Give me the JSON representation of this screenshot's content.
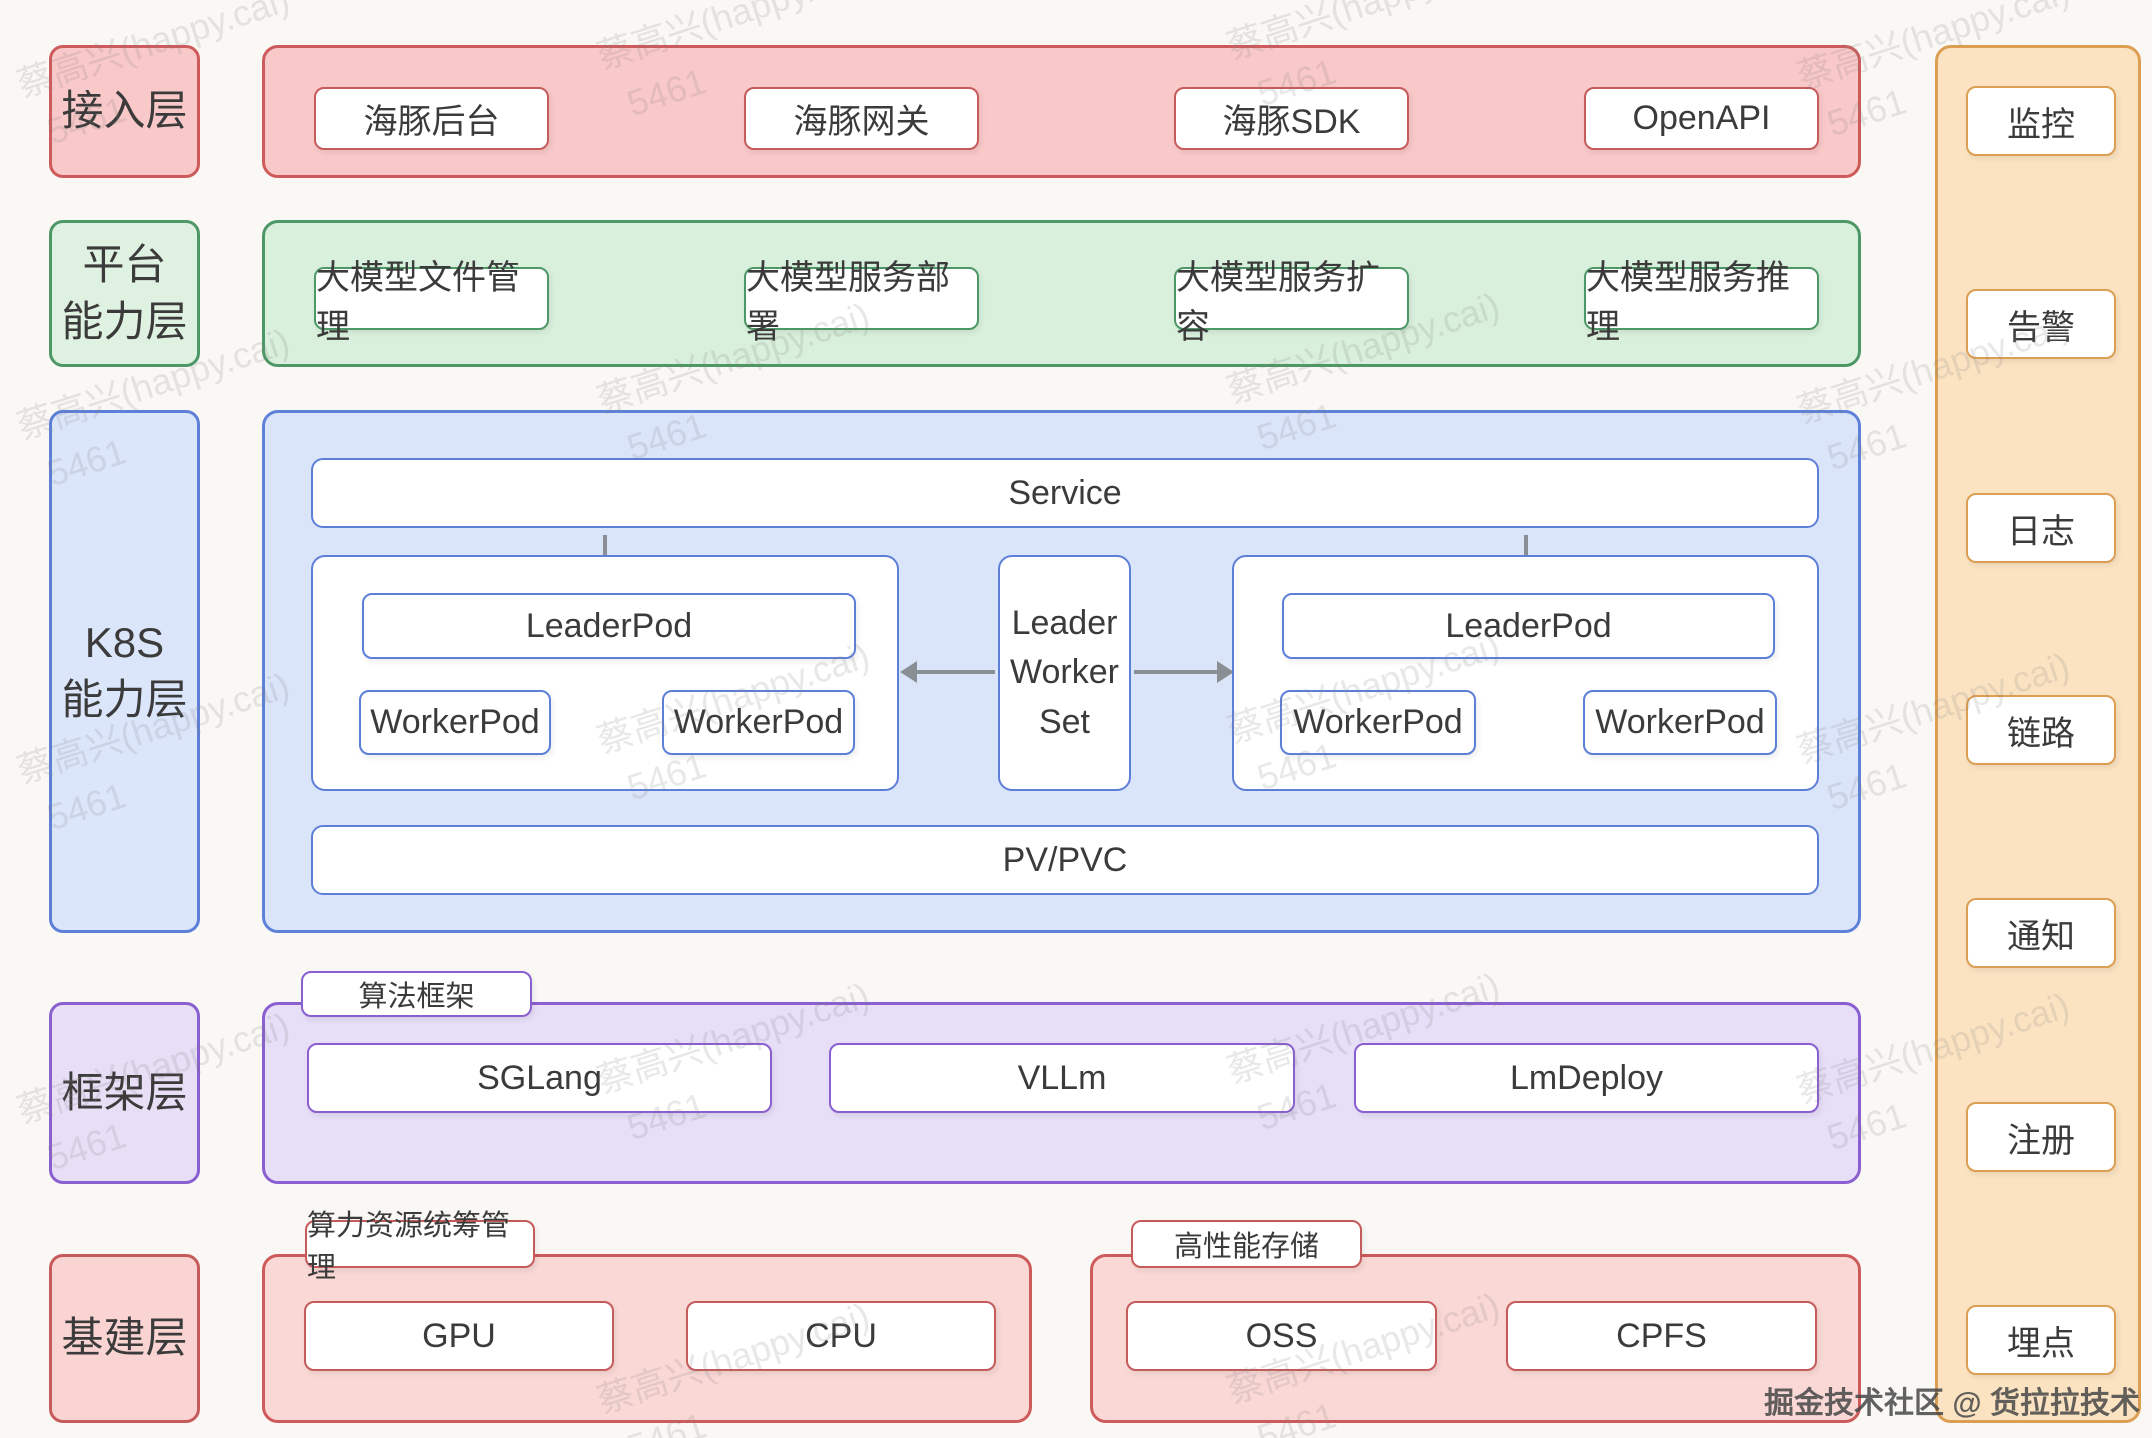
{
  "layers": {
    "access": {
      "label": "接入层",
      "items": [
        "海豚后台",
        "海豚网关",
        "海豚SDK",
        "OpenAPI"
      ]
    },
    "platform": {
      "label_lines": [
        "平台",
        "能力层"
      ],
      "items": [
        "大模型文件管理",
        "大模型服务部署",
        "大模型服务扩容",
        "大模型服务推理"
      ]
    },
    "k8s": {
      "label_lines": [
        "K8S",
        "能力层"
      ],
      "service_label": "Service",
      "pv_label": "PV/PVC",
      "lws_lines": [
        "Leader",
        "Worker",
        "Set"
      ],
      "left_group": {
        "leader": "LeaderPod",
        "worker1": "WorkerPod",
        "worker2": "WorkerPod"
      },
      "right_group": {
        "leader": "LeaderPod",
        "worker1": "WorkerPod",
        "worker2": "WorkerPod"
      }
    },
    "framework": {
      "label": "框架层",
      "tab": "算法框架",
      "items": [
        "SGLang",
        "VLLm",
        "LmDeploy"
      ]
    },
    "infra": {
      "label": "基建层",
      "compute": {
        "tab": "算力资源统筹管理",
        "items": [
          "GPU",
          "CPU"
        ]
      },
      "storage": {
        "tab": "高性能存储",
        "items": [
          "OSS",
          "CPFS"
        ]
      }
    }
  },
  "sidebar": {
    "items": [
      "监控",
      "告警",
      "日志",
      "链路",
      "通知",
      "注册",
      "埋点"
    ]
  },
  "watermark": {
    "line1": "蔡高兴(happy.cai)",
    "line2": "5461"
  },
  "credit": "掘金技术社区 @ 货拉拉技术",
  "colors": {
    "red_fill": "#F9C8C8",
    "red_fill_light": "#F9D8D5",
    "red_border": "#CE5B5B",
    "green_fill": "#D9F0DC",
    "green_border": "#4E9766",
    "blue_fill": "#DBE5F9",
    "blue_border": "#5E82D8",
    "purple_fill": "#E7DEF7",
    "purple_border": "#8A5FD0",
    "orange_fill": "#FBE3C2",
    "orange_border": "#DC9E52",
    "arrow": "#8A8F96"
  }
}
